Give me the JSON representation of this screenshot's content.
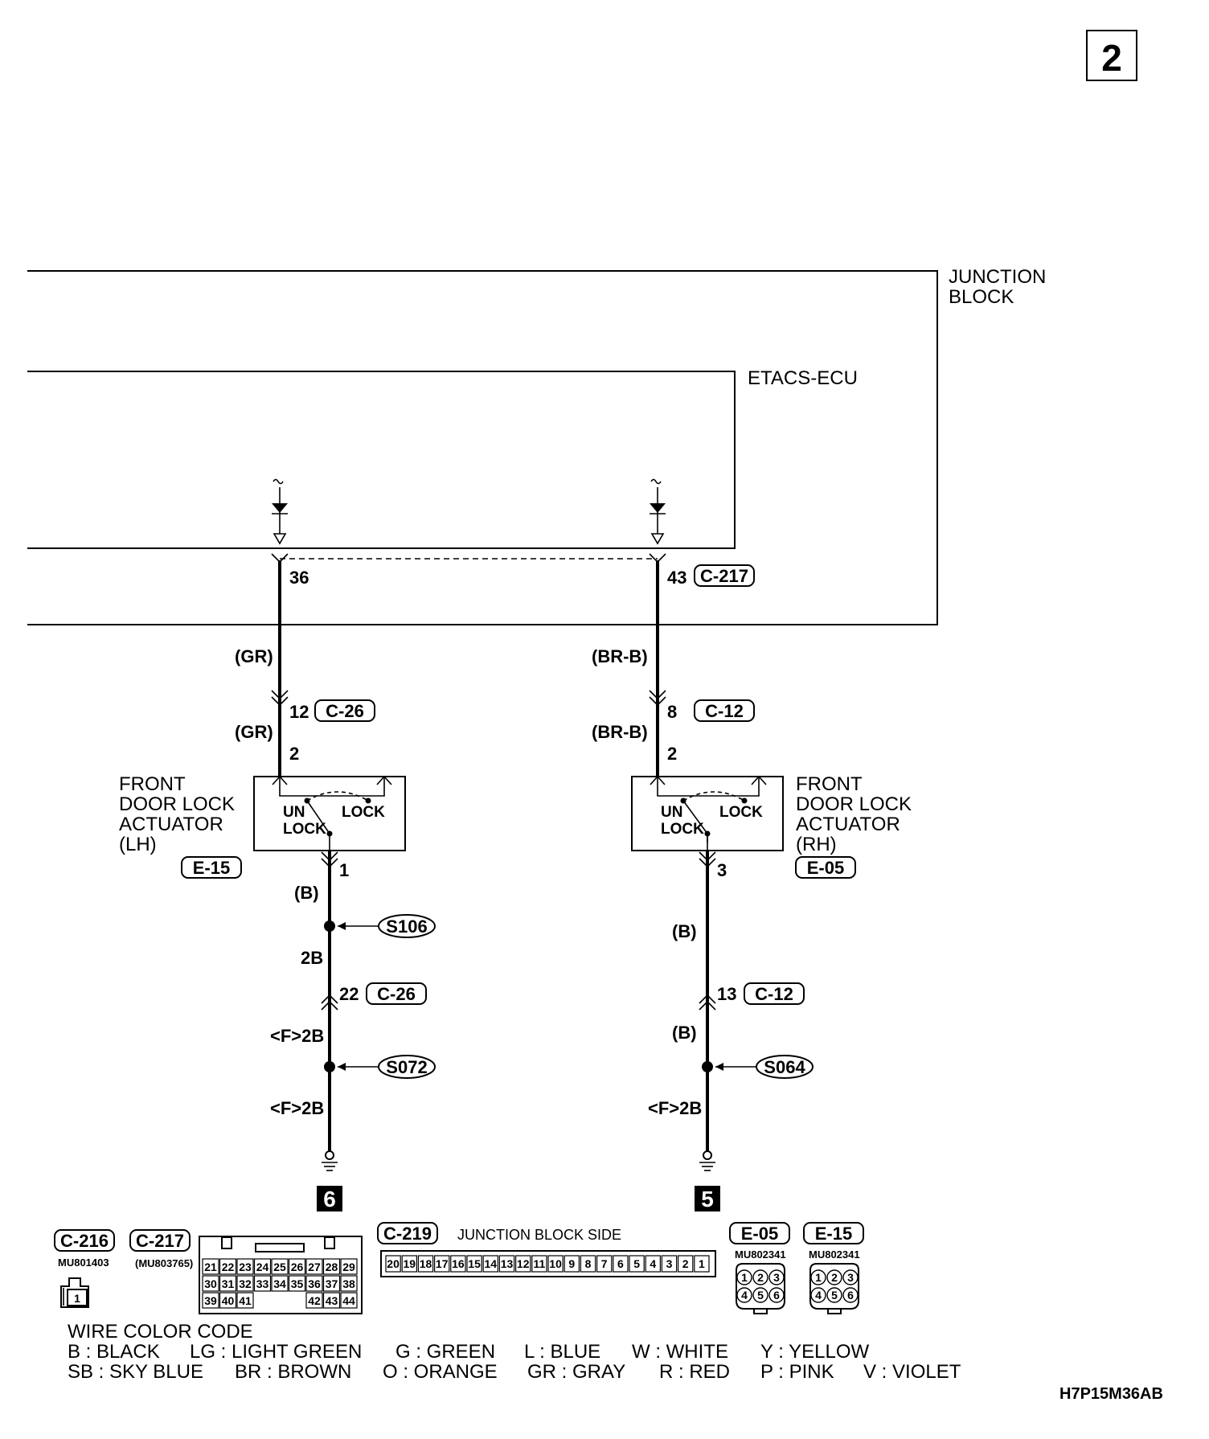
{
  "page_number": "2",
  "drawing_id": "H7P15M36AB",
  "junction_block": {
    "line1": "JUNCTION",
    "line2": "BLOCK"
  },
  "etacs_ecu": "ETACS-ECU",
  "ecu_connector": "C-217",
  "left_circuit": {
    "ecu_pin": "36",
    "upper_wire_color": "(GR)",
    "lower_wire_color": "(GR)",
    "inline_pin": "12",
    "inline_connector": "C-26",
    "actuator_in_pin": "2",
    "actuator_out_pin": "1",
    "actuator_name": [
      "FRONT",
      "DOOR LOCK",
      "ACTUATOR",
      "(LH)"
    ],
    "actuator_connector": "E-15",
    "switch_unlock": [
      "UN",
      "LOCK"
    ],
    "switch_lock": "LOCK",
    "ground_wire_1": "(B)",
    "splice_1": "S106",
    "ground_wire_2": "2B",
    "ground_inline_pin": "22",
    "ground_inline_connector": "C-26",
    "ground_wire_3": "<F>2B",
    "splice_2": "S072",
    "ground_wire_4": "<F>2B",
    "ground_point": "6"
  },
  "right_circuit": {
    "ecu_pin": "43",
    "upper_wire_color": "(BR-B)",
    "lower_wire_color": "(BR-B)",
    "inline_pin": "8",
    "inline_connector": "C-12",
    "actuator_in_pin": "2",
    "actuator_out_pin": "3",
    "actuator_name": [
      "FRONT",
      "DOOR LOCK",
      "ACTUATOR",
      "(RH)"
    ],
    "actuator_connector": "E-05",
    "switch_unlock": [
      "UN",
      "LOCK"
    ],
    "switch_lock": "LOCK",
    "ground_wire_1": "(B)",
    "ground_inline_pin": "13",
    "ground_inline_connector": "C-12",
    "ground_wire_2": "(B)",
    "splice_1": "S064",
    "ground_wire_3": "<F>2B",
    "ground_point": "5"
  },
  "connectors": {
    "c216": {
      "name": "C-216",
      "part": "MU801403",
      "pins": [
        "1"
      ]
    },
    "c217": {
      "name": "C-217",
      "part": "(MU803765)",
      "rows": [
        [
          "21",
          "22",
          "23",
          "24",
          "25",
          "26",
          "27",
          "28",
          "29"
        ],
        [
          "30",
          "31",
          "32",
          "33",
          "34",
          "35",
          "36",
          "37",
          "38"
        ],
        [
          "39",
          "40",
          "41",
          "",
          "",
          "",
          "42",
          "43",
          "44"
        ]
      ]
    },
    "c219": {
      "name": "C-219",
      "side": "JUNCTION BLOCK SIDE",
      "pins": [
        "20",
        "19",
        "18",
        "17",
        "16",
        "15",
        "14",
        "13",
        "12",
        "11",
        "10",
        "9",
        "8",
        "7",
        "6",
        "5",
        "4",
        "3",
        "2",
        "1"
      ]
    },
    "e05": {
      "name": "E-05",
      "part": "MU802341",
      "pins": [
        "1",
        "2",
        "3",
        "4",
        "5",
        "6"
      ]
    },
    "e15": {
      "name": "E-15",
      "part": "MU802341",
      "pins": [
        "1",
        "2",
        "3",
        "4",
        "5",
        "6"
      ]
    }
  },
  "wire_color_code": {
    "title": "WIRE COLOR CODE",
    "row1": [
      "B : BLACK",
      "LG : LIGHT GREEN",
      "G : GREEN",
      "L : BLUE",
      "W : WHITE",
      "Y : YELLOW"
    ],
    "row2": [
      "SB : SKY BLUE",
      "BR : BROWN",
      "O : ORANGE",
      "GR : GRAY",
      "R : RED",
      "P : PINK",
      "V : VIOLET"
    ]
  }
}
